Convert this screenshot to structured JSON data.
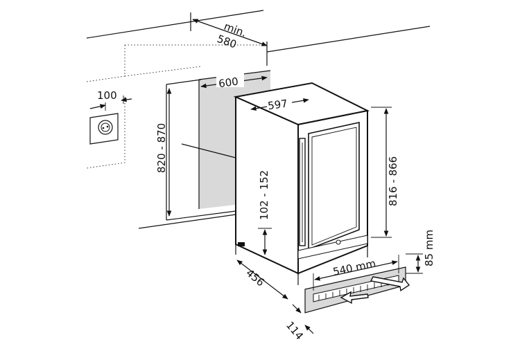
{
  "dimensions": {
    "min_label": "min.",
    "depth_min": "580",
    "niche_width": "600",
    "socket_offset": "100",
    "niche_height": "820 - 870",
    "appliance_width": "597",
    "appliance_height": "816 - 866",
    "feet_height": "102 - 152",
    "appliance_depth": "456",
    "plinth_offset": "114",
    "vent_width": "540 mm",
    "vent_height": "85 mm"
  },
  "icons": {
    "socket": "power-socket-icon",
    "airflow_in": "airflow-in-arrow-icon",
    "airflow_out": "airflow-out-arrow-icon"
  }
}
